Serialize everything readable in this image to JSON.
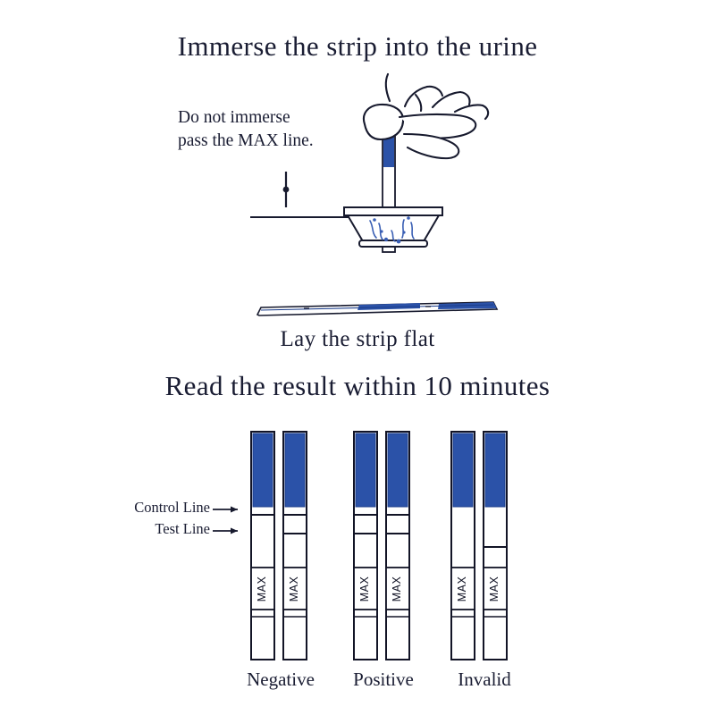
{
  "document": {
    "type": "instruction-diagram",
    "subject": "urine test strip usage instructions",
    "background_color": "#ffffff",
    "ink_color": "#1a1d33",
    "accent_blue": "#2b52a8"
  },
  "steps": {
    "step1_title": "Immerse the strip into the urine",
    "step1_warning_line1": "Do not immerse",
    "step1_warning_line2": "pass the MAX line.",
    "step2_caption": "Lay the strip flat",
    "step3_title": "Read the result within 10 minutes"
  },
  "legend": {
    "control_line_label": "Control Line",
    "test_line_label": "Test Line",
    "arrow_glyph": "→"
  },
  "results": [
    {
      "id": "negative",
      "caption": "Negative",
      "strips": [
        {
          "control_line": true,
          "test_line": false,
          "max_label": "MAX"
        },
        {
          "control_line": true,
          "test_line": true,
          "max_label": "MAX"
        }
      ]
    },
    {
      "id": "positive",
      "caption": "Positive",
      "strips": [
        {
          "control_line": true,
          "test_line": true,
          "max_label": "MAX"
        },
        {
          "control_line": true,
          "test_line": true,
          "max_label": "MAX"
        }
      ]
    },
    {
      "id": "invalid",
      "caption": "Invalid",
      "strips": [
        {
          "control_line": false,
          "test_line": false,
          "max_label": "MAX"
        },
        {
          "control_line": true,
          "test_line": false,
          "max_label": "MAX"
        }
      ]
    }
  ],
  "strip_max_label": "MAX",
  "colors": {
    "strip_pad_blue": "#2b52a8",
    "strip_pad_blue_dark": "#1d3f8c",
    "outline": "#121426",
    "liquid_blue": "#3a5fb4"
  }
}
